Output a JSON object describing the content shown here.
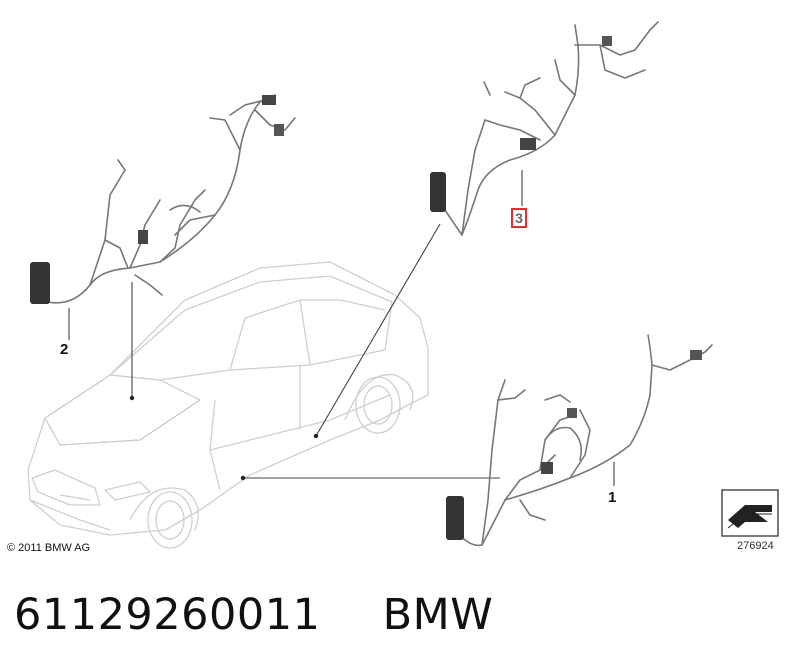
{
  "callouts": {
    "c1": "1",
    "c2": "2",
    "c3": "3"
  },
  "copyright": "© 2011 BMW AG",
  "reference_number": "276924",
  "part_number": "61129260011",
  "brand": "BMW",
  "icons": [
    "car-outline-icon",
    "wiring-harness-icon",
    "arrow-navigation-icon"
  ],
  "colors": {
    "line": "#777777",
    "car_outline": "#cfcfcf",
    "highlight": "#e03030"
  }
}
